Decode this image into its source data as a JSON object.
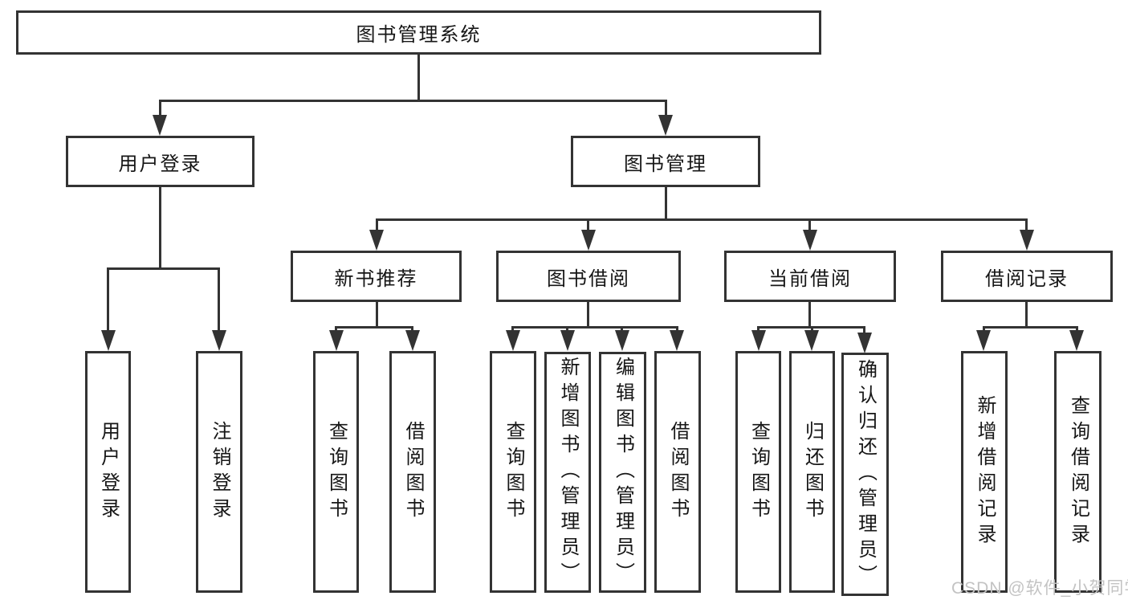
{
  "diagram": {
    "root": {
      "label": "图书管理系统"
    },
    "branches": [
      {
        "label": "用户登录",
        "children": [
          {
            "label": "用户登录"
          },
          {
            "label": "注销登录"
          }
        ]
      },
      {
        "label": "图书管理",
        "children": [
          {
            "label": "新书推荐",
            "children": [
              {
                "label": "查询图书"
              },
              {
                "label": "借阅图书"
              }
            ]
          },
          {
            "label": "图书借阅",
            "children": [
              {
                "label": "查询图书"
              },
              {
                "label": "新增图书（管理员）"
              },
              {
                "label": "编辑图书（管理员）"
              },
              {
                "label": "借阅图书"
              }
            ]
          },
          {
            "label": "当前借阅",
            "children": [
              {
                "label": "查询图书"
              },
              {
                "label": "归还图书"
              },
              {
                "label": "确认归还（管理员）"
              }
            ]
          },
          {
            "label": "借阅记录",
            "children": [
              {
                "label": "新增借阅记录"
              },
              {
                "label": "查询借阅记录"
              }
            ]
          }
        ]
      }
    ]
  },
  "watermark": "CSDN @软件_小贺同学",
  "colors": {
    "line": "#333333",
    "box_background": "#ffffff",
    "text": "#161616",
    "watermark": "#c3c3c3"
  }
}
